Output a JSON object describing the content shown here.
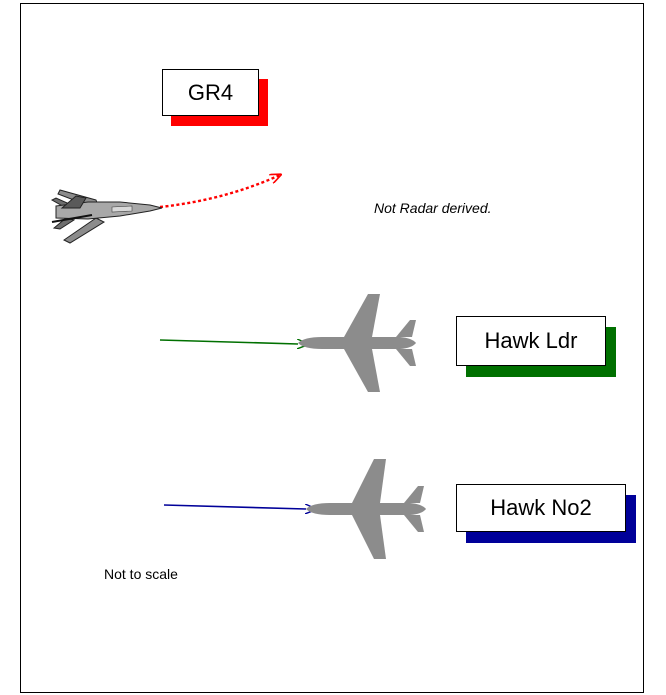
{
  "labels": {
    "gr4": "GR4",
    "hawk_ldr": "Hawk Ldr",
    "hawk_no2": "Hawk No2"
  },
  "notes": {
    "radar": "Not Radar derived.",
    "scale": "Not to scale"
  },
  "colors": {
    "gr4": "#ff0000",
    "hawk_ldr": "#007000",
    "hawk_no2": "#000099",
    "aircraft_fill": "#8c8c8c",
    "tornado_fill": "#a8a8a8",
    "frame": "#000000"
  },
  "aircraft": [
    {
      "id": "gr4",
      "type": "tornado-gr4",
      "heading": "east"
    },
    {
      "id": "hawk_ldr",
      "type": "hawk",
      "heading": "west"
    },
    {
      "id": "hawk_no2",
      "type": "hawk",
      "heading": "west"
    }
  ]
}
